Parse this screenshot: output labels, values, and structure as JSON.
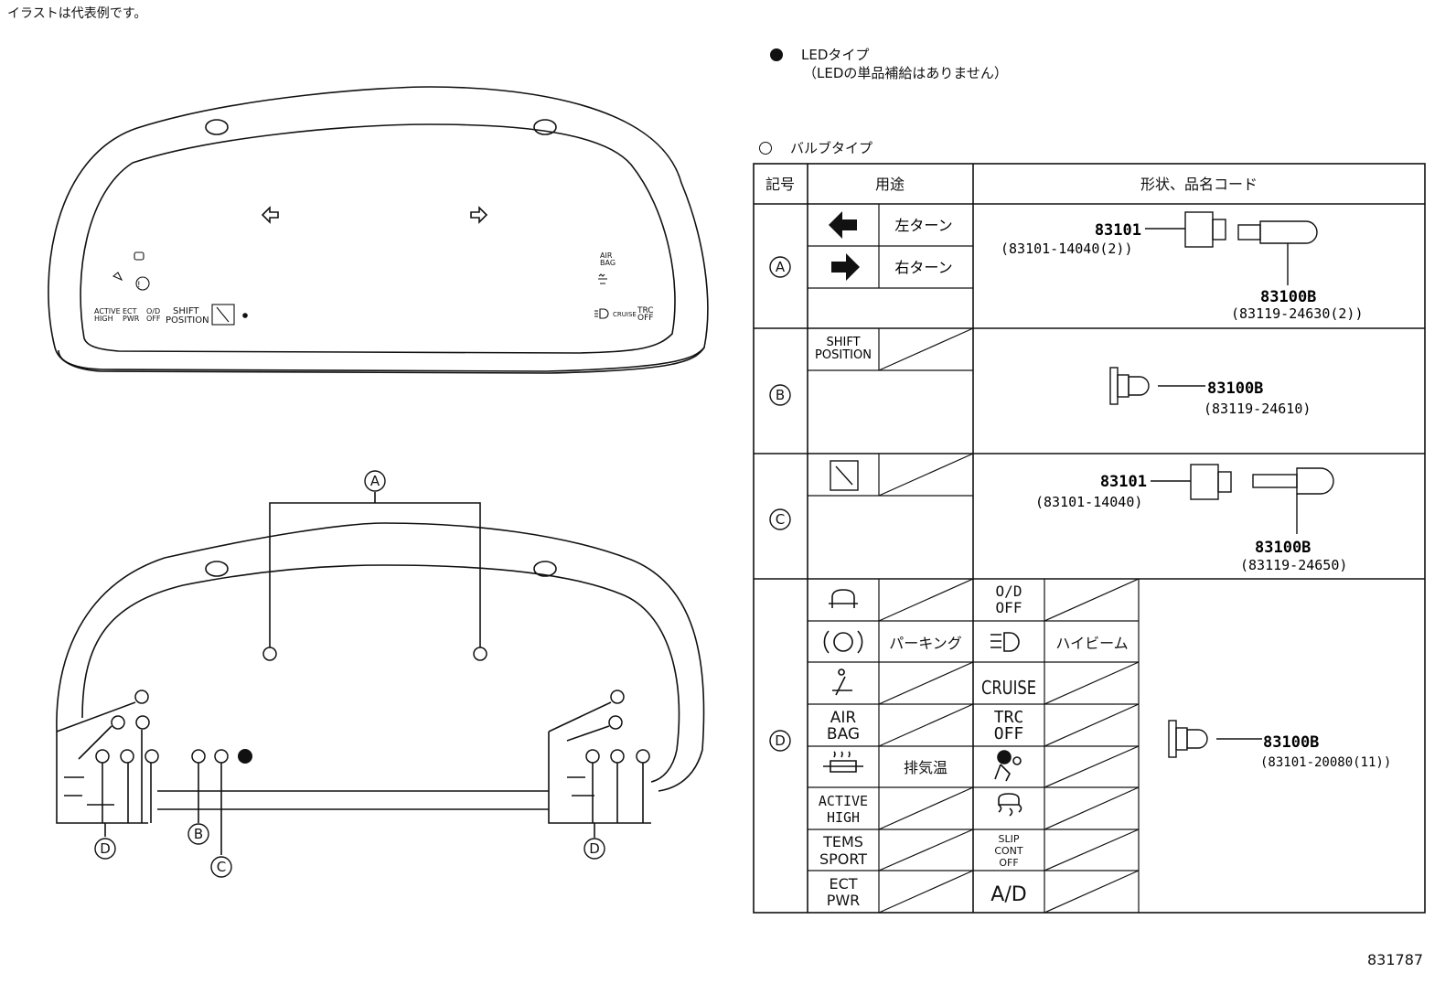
{
  "note": "イラストは代表例です。",
  "figure_number": "831787",
  "legend": {
    "led_label": "LEDタイプ",
    "led_note": "（LEDの単品補給はありません）",
    "bulb_label": "バルブタイプ"
  },
  "cluster_labels": {
    "active_high": "ACTIVE\nHIGH",
    "ect_pwr": "ECT\nPWR",
    "od_off": "O/D\nOFF",
    "shift_position": "SHIFT\nPOSITION",
    "air_bag": "AIR\nBAG",
    "cruise": "CRUISE",
    "trc_off": "TRC\nOFF"
  },
  "callouts": {
    "a": "A",
    "b": "B",
    "c": "C",
    "d": "D"
  },
  "table": {
    "headers": {
      "symbol": "記号",
      "usage": "用途",
      "shape": "形状、品名コード"
    },
    "row_a": {
      "symbol": "A",
      "left_turn": "左ターン",
      "right_turn": "右ターン",
      "socket_code": "83101",
      "socket_sub": "(83101-14040(2))",
      "bulb_code": "83100B",
      "bulb_sub": "(83119-24630(2))"
    },
    "row_b": {
      "symbol": "B",
      "shift_position": "SHIFT\nPOSITION",
      "bulb_code": "83100B",
      "bulb_sub": "(83119-24610)"
    },
    "row_c": {
      "symbol": "C",
      "socket_code": "83101",
      "socket_sub": "(83101-14040)",
      "bulb_code": "83100B",
      "bulb_sub": "(83119-24650)"
    },
    "row_d": {
      "symbol": "D",
      "parking": "パーキング",
      "air_bag": "AIR\nBAG",
      "exhaust_temp": "排気温",
      "active_high": "ACTIVE\nHIGH",
      "tems_sport": "TEMS\nSPORT",
      "ect_pwr": "ECT\nPWR",
      "od_off": "O/D\nOFF",
      "high_beam": "ハイビーム",
      "cruise": "CRUISE",
      "trc_off": "TRC\nOFF",
      "slip_cont_off": "SLIP\nCONT\nOFF",
      "ad": "A/D",
      "bulb_code": "83100B",
      "bulb_sub": "(83101-20080(11))"
    }
  }
}
